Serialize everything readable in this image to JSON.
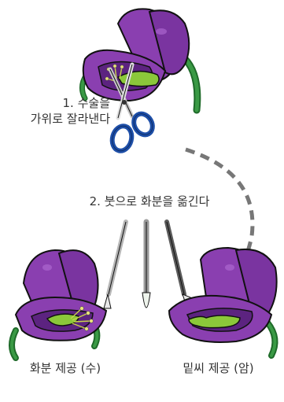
{
  "steps": {
    "step1_line1": "1. 수술을",
    "step1_line2": "가위로 잘라낸다",
    "step2": "2. 붓으로 화분을 옮긴다"
  },
  "captions": {
    "left": "화분 제공 (수)",
    "right": "밑씨 제공 (암)"
  },
  "colors": {
    "petal": "#8a3fb0",
    "petal_dark": "#6a2a8e",
    "leaf": "#2e8b3a",
    "pistil": "#8bc83a",
    "stamen": "#c8d24a",
    "scissors_handle": "#1e4fa8",
    "brush": "#9a9a9a",
    "arrow": "#777777",
    "outline": "#111111"
  }
}
